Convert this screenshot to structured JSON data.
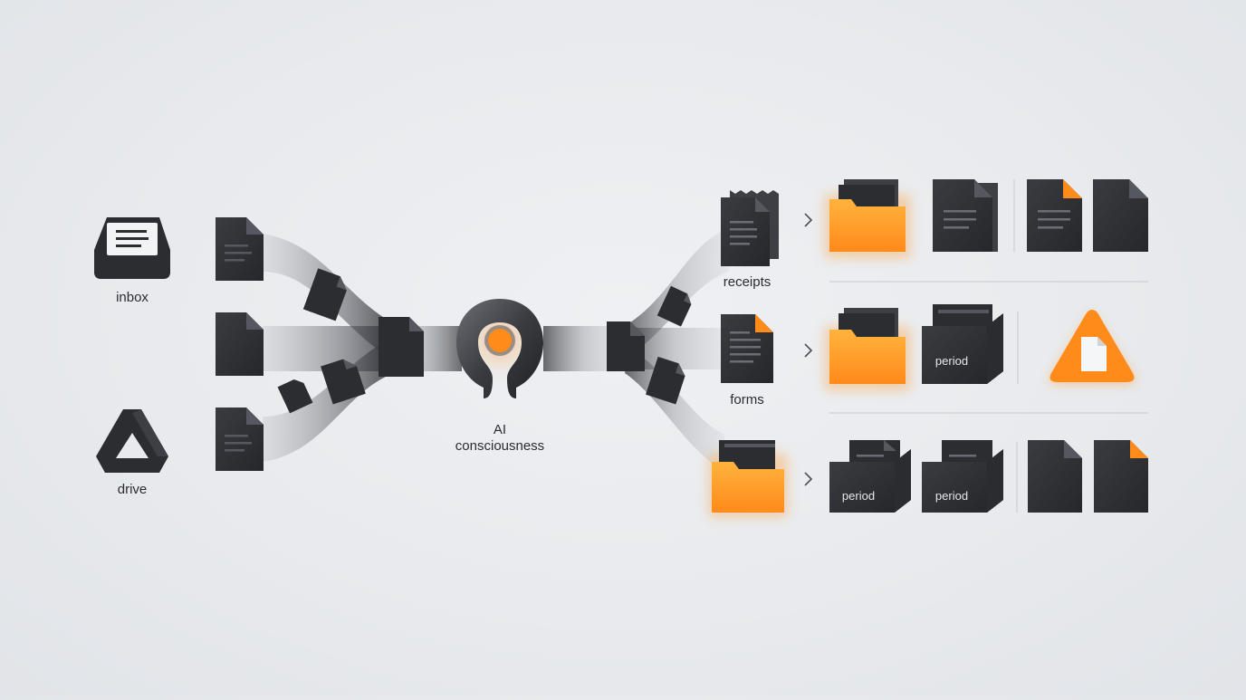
{
  "sources": {
    "inbox": {
      "label": "inbox",
      "icon": "inbox-icon"
    },
    "drive": {
      "label": "drive",
      "icon": "drive-icon"
    }
  },
  "hub": {
    "line1": "AI",
    "line2": "consciousness",
    "icon": "ai-core-icon"
  },
  "categories": {
    "receipts": {
      "label": "receipts",
      "icon": "receipt-icon"
    },
    "forms": {
      "label": "forms",
      "icon": "form-document-icon"
    }
  },
  "outputs": {
    "box_label": "period"
  },
  "colors": {
    "background": "#e8eaed",
    "dark": "#2b2d31",
    "accent": "#ff8c1a",
    "accent_light": "#ffb13a",
    "flow": "#9a9da3",
    "divider": "#c6c9ce",
    "text": "#2a2c30"
  }
}
